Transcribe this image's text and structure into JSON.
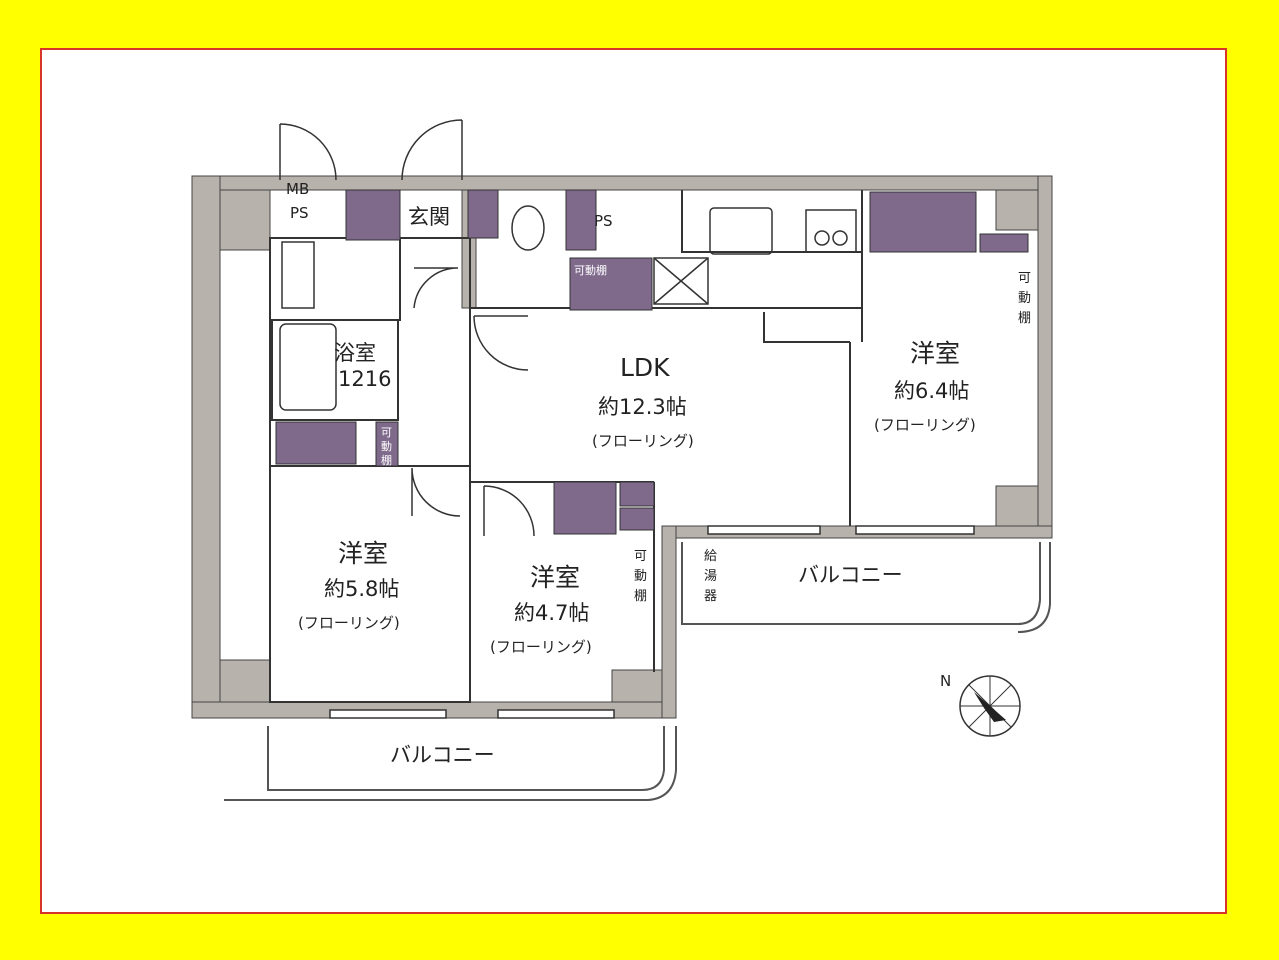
{
  "labels": {
    "mb": "MB",
    "ps_mb": "PS",
    "entrance": "玄関",
    "ps": "PS",
    "shelf_top": "可動棚",
    "bath": "浴室",
    "bath_size": "1216",
    "shelf_bath_1": "可",
    "shelf_bath_2": "動",
    "shelf_bath_3": "棚",
    "ldk_title": "LDK",
    "ldk_size": "約12.3帖",
    "ldk_floor": "(フローリング)",
    "room_right_title": "洋室",
    "room_right_size": "約6.4帖",
    "room_right_floor": "(フローリング)",
    "shelf_right_1": "可",
    "shelf_right_2": "動",
    "shelf_right_3": "棚",
    "room_left_title": "洋室",
    "room_left_size": "約5.8帖",
    "room_left_floor": "(フローリング)",
    "room_mid_title": "洋室",
    "room_mid_size": "約4.7帖",
    "room_mid_floor": "(フローリング)",
    "shelf_mid_1": "可",
    "shelf_mid_2": "動",
    "shelf_mid_3": "棚",
    "water_heater_1": "給",
    "water_heater_2": "湯",
    "water_heater_3": "器",
    "balcony_right": "バルコニー",
    "balcony_bottom": "バルコニー",
    "compass_n": "N"
  },
  "colors": {
    "background": "#ffff00",
    "frame_border": "#d8342c",
    "wall": "#b8b2ad",
    "storage": "#7f6a8c",
    "line": "#333333"
  }
}
